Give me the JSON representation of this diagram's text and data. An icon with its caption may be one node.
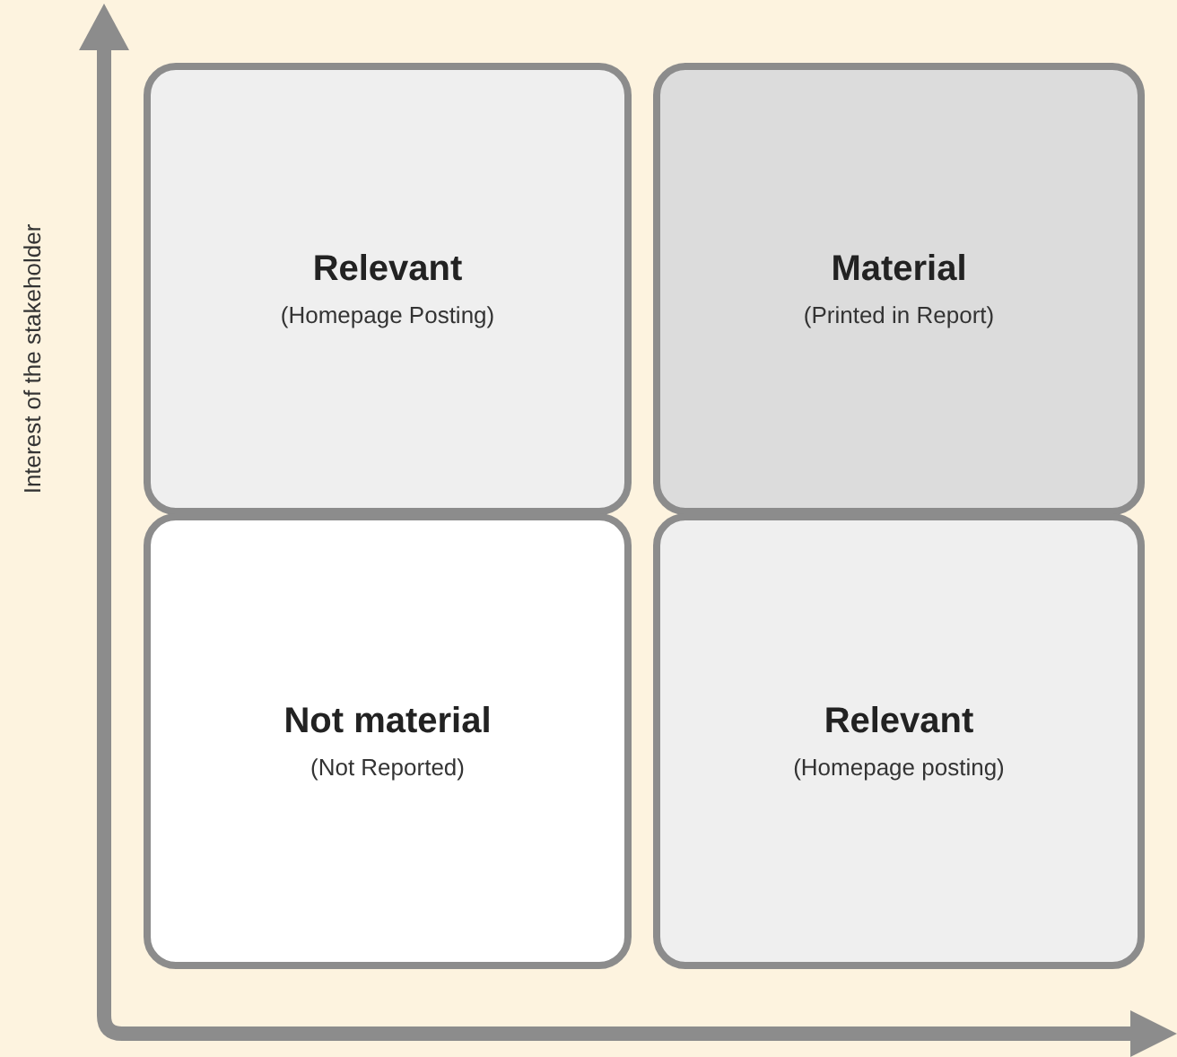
{
  "diagram": {
    "nodes": [
      {
        "text": [
          "Relevant",
          "(Homepage Posting)"
        ]
      },
      {
        "text": [
          "Material",
          "(Printed in Report)"
        ]
      },
      {
        "text": [
          "Not material",
          "(Not Reported)"
        ]
      },
      {
        "text": [
          "Relevant",
          "(Homepage posting)"
        ]
      }
    ],
    "labels": [
      "Interest of the stakeholder"
    ]
  }
}
